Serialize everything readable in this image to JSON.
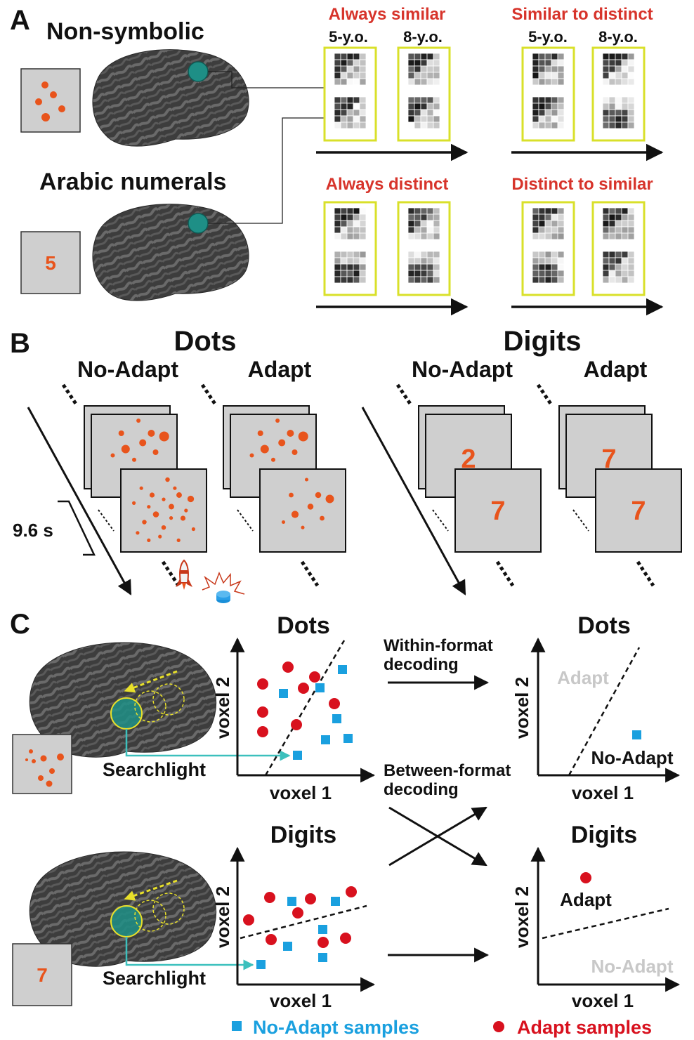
{
  "panel_labels": {
    "a": "A",
    "b": "B",
    "c": "C"
  },
  "panel_a": {
    "title_nonsymbolic": "Non-symbolic",
    "title_arabic": "Arabic numerals",
    "digit_stim": "5",
    "age_5": "5-y.o.",
    "age_8": "8-y.o.",
    "patterns": {
      "always_similar": "Always similar",
      "similar_to_distinct": "Similar to distinct",
      "always_distinct": "Always distinct",
      "distinct_to_similar": "Distinct to similar"
    }
  },
  "panel_b": {
    "dots": "Dots",
    "digits": "Digits",
    "no_adapt": "No-Adapt",
    "adapt": "Adapt",
    "duration": "9.6 s",
    "digit_no_adapt_back": "2",
    "digit_no_adapt_front": "7",
    "digit_adapt_back": "7",
    "digit_adapt_front": "7"
  },
  "panel_c": {
    "dots": "Dots",
    "digits": "Digits",
    "voxel1": "voxel 1",
    "voxel2": "voxel 2",
    "searchlight": "Searchlight",
    "within_line1": "Within-format",
    "within_line2": "decoding",
    "between_line1": "Between-format",
    "between_line2": "decoding",
    "adapt": "Adapt",
    "no_adapt": "No-Adapt",
    "digit_stim": "7",
    "legend_no_adapt": "No-Adapt samples",
    "legend_adapt": "Adapt samples"
  },
  "colors": {
    "accent_red": "#d7342b",
    "stimulus_orange": "#e8541c",
    "sample_blue": "#1aa0df",
    "searchlight_teal": "#2aa7a0",
    "frame_yellow": "#d9e02a"
  }
}
